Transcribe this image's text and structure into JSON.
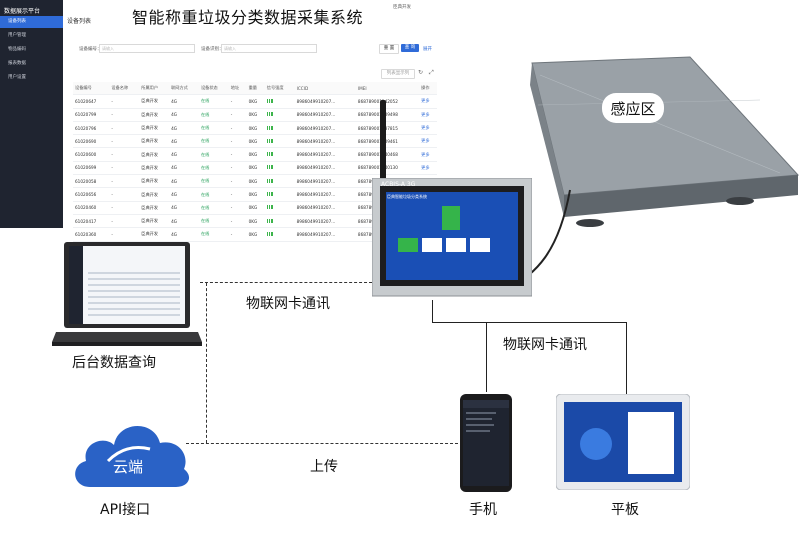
{
  "title": "智能称重垃圾分类数据采集系统",
  "dashboard": {
    "brand": "数据展示平台",
    "nav": [
      "设备列表",
      "用户管理",
      "物品编码",
      "报表数据",
      "用户设置"
    ],
    "page_title": "设备列表",
    "user": "臣典开发",
    "filter_device_label": "设备编号：",
    "filter_device_placeholder": "请输入",
    "filter_id_label": "设备识别：",
    "filter_id_placeholder": "请输入",
    "reset_label": "重 置",
    "search_label": "查 询",
    "expand_label": "展开",
    "columns_btn": "列表显示列",
    "columns": [
      "设备编号",
      "设备名称",
      "所属用户",
      "联网方式",
      "设备状态",
      "地址",
      "重量",
      "信号强度",
      "ICCID",
      "IMEI",
      "操作"
    ],
    "rows": [
      [
        "61020647",
        "-",
        "臣典开发",
        "4G",
        "在线",
        "-",
        "0KG",
        "",
        "8986049910207...",
        "868789001242052",
        "更多"
      ],
      [
        "61020799",
        "-",
        "臣典开发",
        "4G",
        "在线",
        "-",
        "0KG",
        "",
        "8986049910207...",
        "868789001309498",
        "更多"
      ],
      [
        "61020796",
        "-",
        "臣典开发",
        "4G",
        "在线",
        "-",
        "0KG",
        "",
        "8986049910207...",
        "868789001087815",
        "更多"
      ],
      [
        "61020690",
        "-",
        "臣典开发",
        "4G",
        "在线",
        "-",
        "0KG",
        "",
        "8986049910207...",
        "868789001209461",
        "更多"
      ],
      [
        "61020600",
        "-",
        "臣典开发",
        "4G",
        "在线",
        "-",
        "0KG",
        "",
        "8986049910207...",
        "868789001240468",
        "更多"
      ],
      [
        "61020699",
        "-",
        "臣典开发",
        "4G",
        "在线",
        "-",
        "0KG",
        "",
        "8986049910207...",
        "868789001340130",
        "更多"
      ],
      [
        "61020058",
        "-",
        "臣典开发",
        "4G",
        "在线",
        "-",
        "0KG",
        "",
        "8986049910207...",
        "868789...",
        "更多"
      ],
      [
        "61020656",
        "-",
        "臣典开发",
        "4G",
        "在线",
        "-",
        "0KG",
        "",
        "8986049910207...",
        "868789...",
        "更多"
      ],
      [
        "61020460",
        "-",
        "臣典开发",
        "4G",
        "在线",
        "-",
        "0KG",
        "",
        "8986049910207...",
        "868789...",
        "更多"
      ],
      [
        "61020417",
        "-",
        "臣典开发",
        "4G",
        "在线",
        "-",
        "0KG",
        "",
        "8986049910207...",
        "868789...",
        "更多"
      ],
      [
        "61020360",
        "-",
        "臣典开发",
        "4G",
        "在线",
        "-",
        "0KG",
        "",
        "8986049910207...",
        "868789...",
        "更多"
      ]
    ]
  },
  "scale_label": "感应区",
  "device_label": "ACBIS-A 3G",
  "device_screen_title": "臣典智能垃圾分类系统",
  "labels": {
    "laptop": "后台数据查询",
    "link_top": "物联网卡通讯",
    "link_right": "物联网卡通讯",
    "cloud": "云端",
    "api": "API接口",
    "upload": "上传",
    "phone": "手机",
    "tablet": "平板"
  },
  "colors": {
    "sidebar": "#1f2430",
    "accent": "#2f6bd8",
    "cloud": "#2a62c6",
    "scale": "#8f969c",
    "device_screen": "#1a4fb5"
  }
}
